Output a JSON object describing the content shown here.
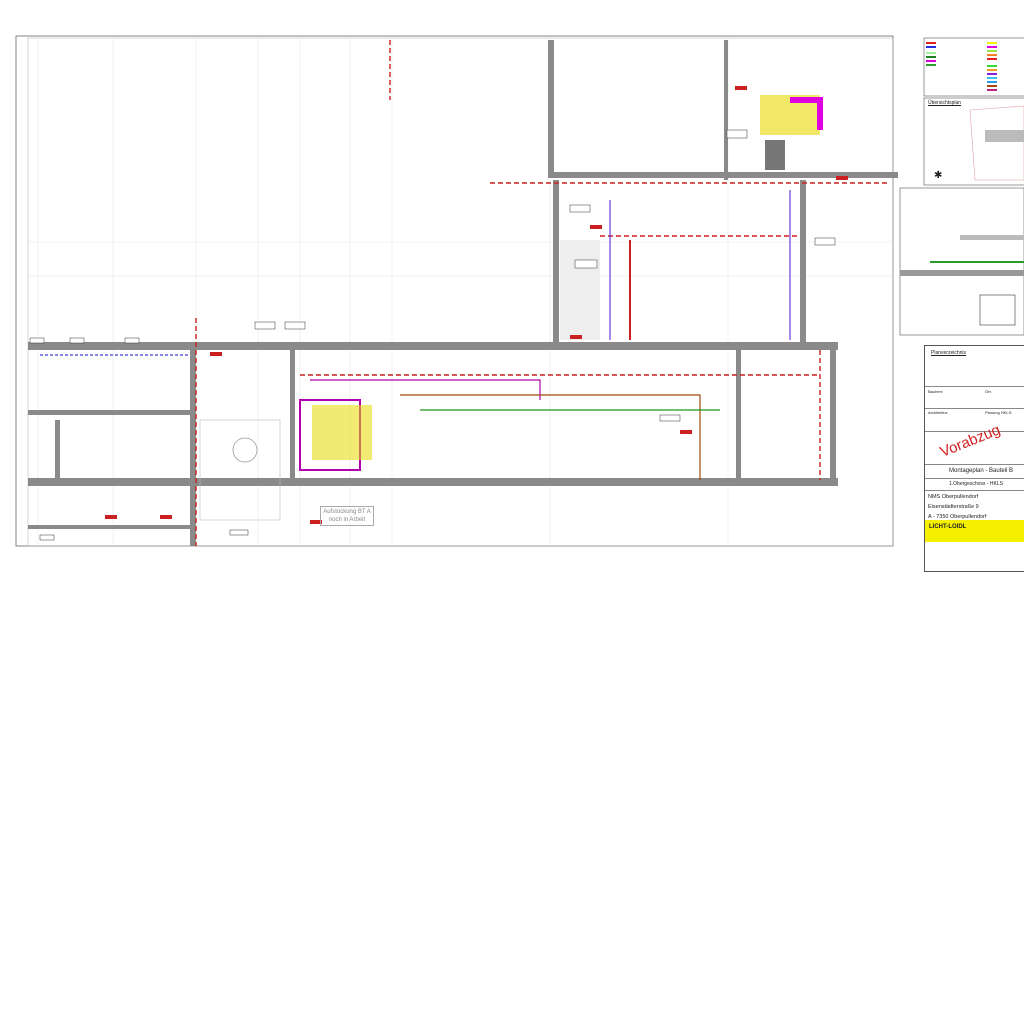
{
  "drawing": {
    "note": {
      "line1": "Aufstockung BT A",
      "line2": "noch in Arbeit"
    },
    "overview_heading": "Übersichtsplan"
  },
  "title_block": {
    "remarks_heading": "Planverzeichnis",
    "stamp": "Vorabzug",
    "plan_title": "Montageplan - Bauteil B",
    "floor": "1.Obergeschoss - HKLS",
    "project": "NMS Oberpullendorf",
    "street": "Eisenstädterstraße 9",
    "city": "A - 7350 Oberpullendorf",
    "architect_label": "Architektur:",
    "hkls_label": "Planung HKLS:",
    "client_label": "Bauherr:",
    "site_label": "Ort:",
    "company": "LICHT-LOIDL"
  },
  "colors": {
    "wall": "#8a8a8a",
    "fire": "#cc1f1f",
    "heating": "#b000b0",
    "supply": "#3a3adc",
    "vent": "#e6d800",
    "cooling": "#1a9a1a",
    "drain": "#a04a10"
  }
}
